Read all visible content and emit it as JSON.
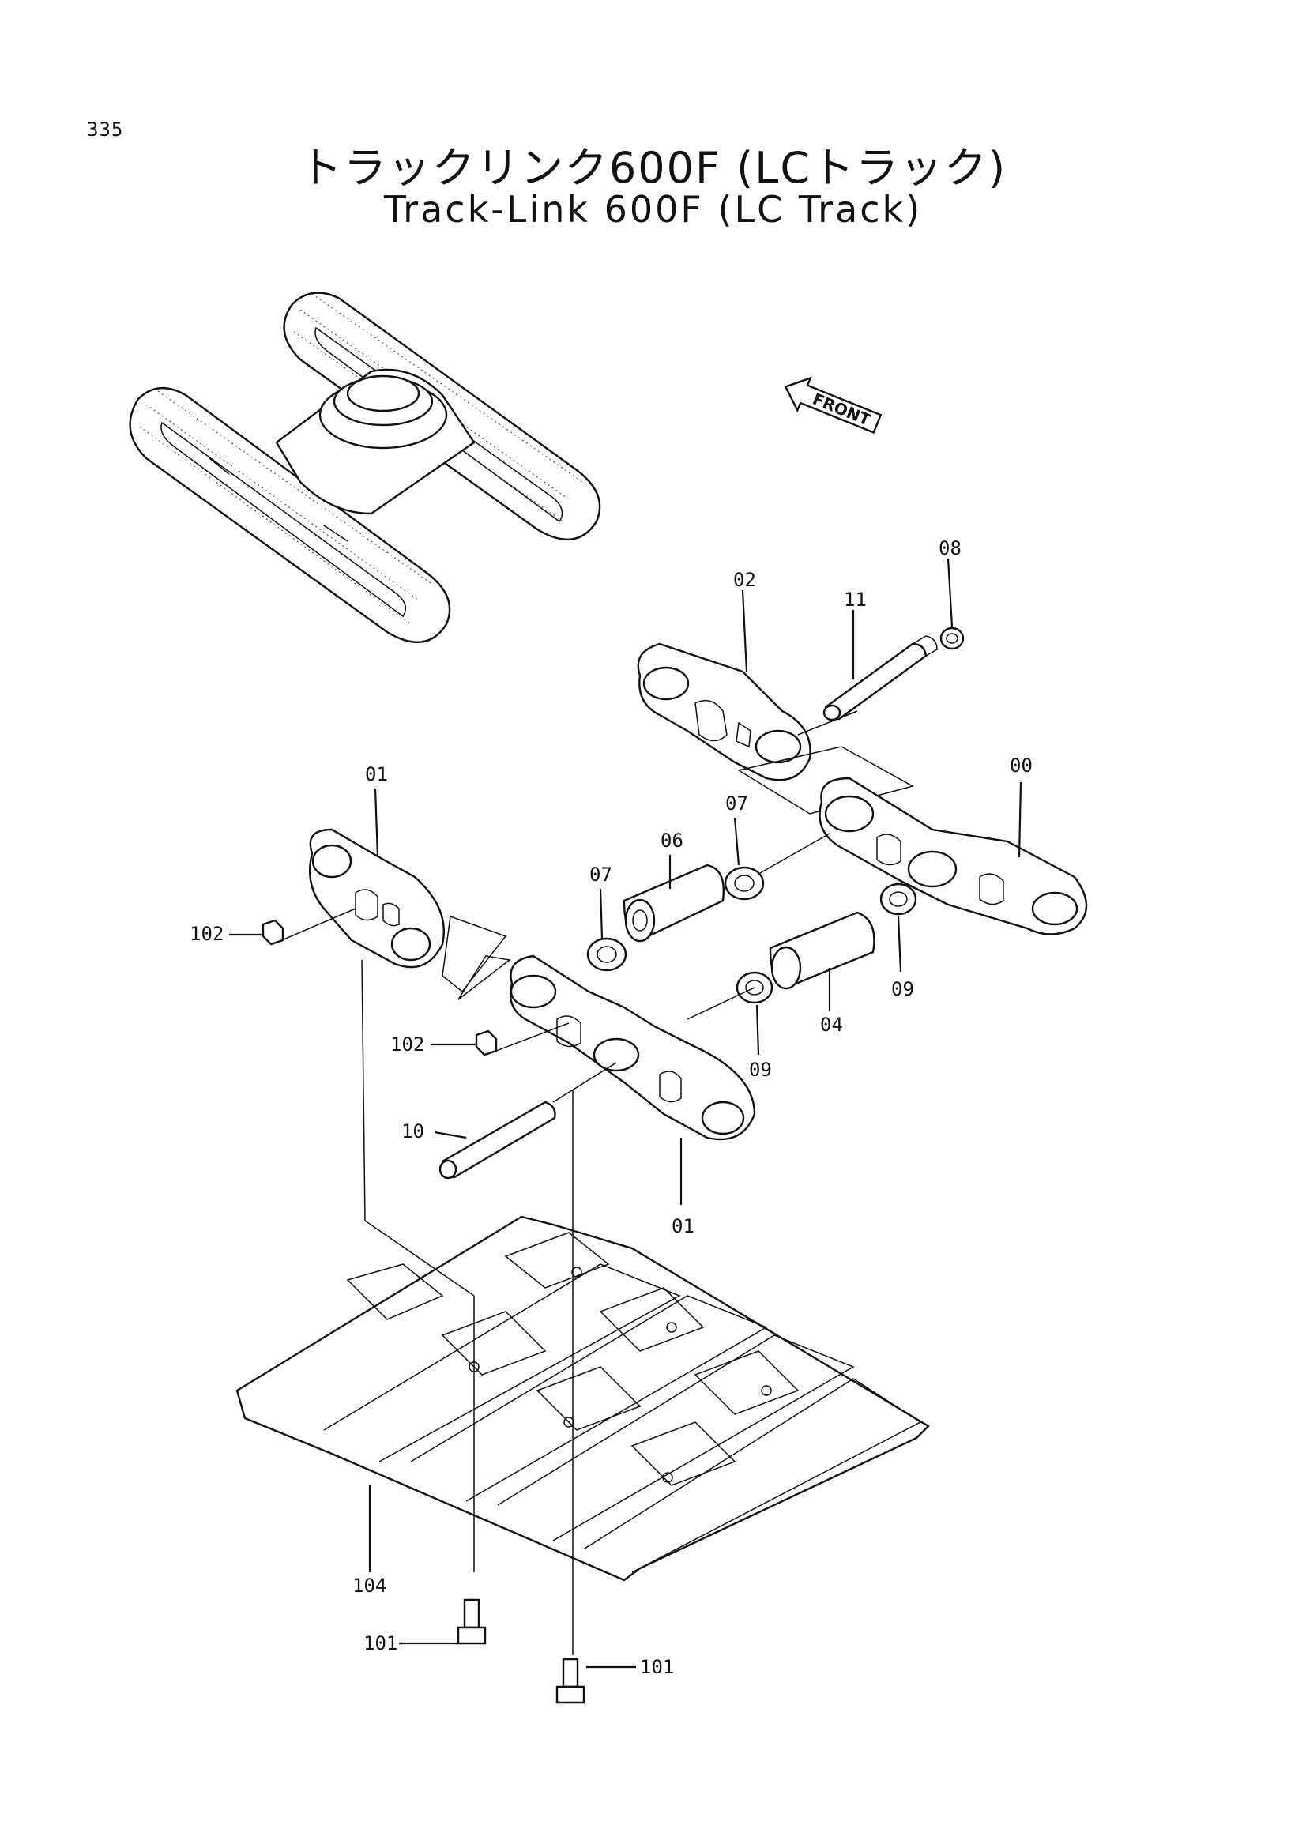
{
  "page_number": "335",
  "title_jp": "トラックリンク600F (LCトラック)",
  "title_en": "Track-Link 600F (LC Track)",
  "front_label": "FRONT",
  "callouts": {
    "c08": "08",
    "c02": "02",
    "c11": "11",
    "c00": "00",
    "c01_top": "01",
    "c07_right": "07",
    "c06": "06",
    "c07_left": "07",
    "c102_top": "102",
    "c09_right": "09",
    "c04": "04",
    "c102_bottom": "102",
    "c09_center": "09",
    "c10": "10",
    "c01_bottom": "01",
    "c104": "104",
    "c101_left": "101",
    "c101_right": "101"
  }
}
